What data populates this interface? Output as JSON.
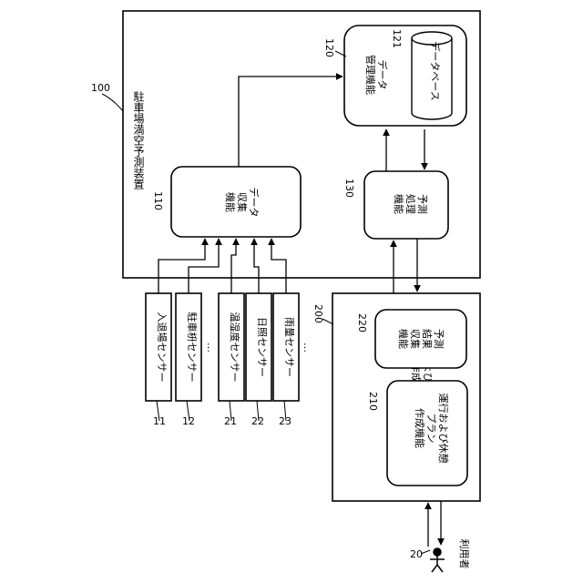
{
  "system_100": {
    "ref": "100",
    "title": "駐車場満空予測装置"
  },
  "collect_110": {
    "ref": "110",
    "label": "データ\n収集\n機能"
  },
  "db_mgmt_120": {
    "ref": "120",
    "label": "データ\n管理機能"
  },
  "database_121": {
    "ref": "121",
    "label": "データベース"
  },
  "predict_130": {
    "ref": "130",
    "label": "予測\n処理\n機能"
  },
  "plan_device_200": {
    "ref": "200",
    "title": "運行および休憩プラン\n作成装置"
  },
  "plan_fn_210": {
    "ref": "210",
    "label": "運行および休憩\nプラン\n作成機能"
  },
  "result_collect_220": {
    "ref": "220",
    "label": "予測\n結果\n収集\n機能"
  },
  "sensors": [
    {
      "ref": "11",
      "label": "入退場センサー"
    },
    {
      "ref": "12",
      "label": "駐車枡センサー"
    },
    {
      "ref": "21",
      "label": "温湿度センサー"
    },
    {
      "ref": "22",
      "label": "日照センサー"
    },
    {
      "ref": "23",
      "label": "雨量センサー"
    }
  ],
  "ellipsis": "…",
  "user": {
    "ref": "20",
    "label": "利用者"
  }
}
